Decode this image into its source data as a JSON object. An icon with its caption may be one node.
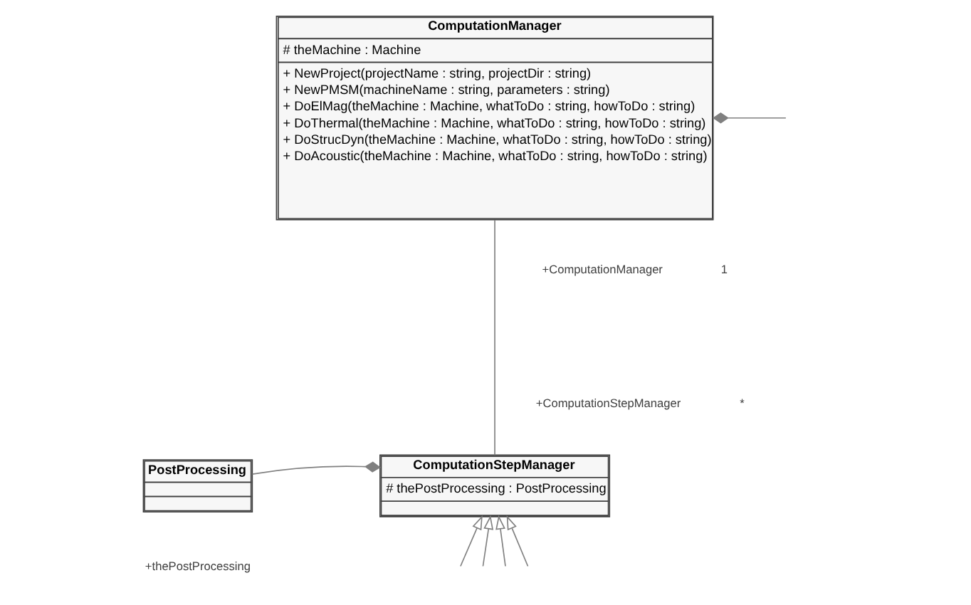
{
  "diagram": {
    "nodes": [
      {
        "text": [
          "ComputationManager",
          "# theMachine : Machine",
          "+ NewProject(projectName : string, projectDir : string)",
          "+ NewPMSM(machineName : string, parameters : string)",
          "+ DoElMag(theMachine : Machine, whatToDo : string, howToDo : string)",
          "+ DoThermal(theMachine : Machine, whatToDo : string, howToDo : string)",
          "+ DoStrucDyn(theMachine : Machine, whatToDo : string, howToDo : string)",
          "+ DoAcoustic(theMachine : Machine, whatToDo : string, howToDo : string)"
        ]
      },
      {
        "text": [
          "PostProcessing"
        ]
      },
      {
        "text": [
          "ComputationStepManager",
          "# thePostProcessing : PostProcessing"
        ]
      }
    ],
    "edges": [
      {
        "from": 0,
        "to": null,
        "arrow": "other"
      },
      {
        "from": 0,
        "to": 2,
        "arrow": "none"
      },
      {
        "from": 1,
        "to": 2,
        "arrow": "other"
      },
      {
        "from": null,
        "to": 2,
        "arrow": "to"
      },
      {
        "from": null,
        "to": 2,
        "arrow": "to"
      },
      {
        "from": null,
        "to": 2,
        "arrow": "to"
      },
      {
        "from": null,
        "to": 2,
        "arrow": "to"
      }
    ],
    "labels": [
      "+ComputationManager",
      "1",
      "+ComputationStepManager",
      "*",
      "+thePostProcessing"
    ]
  }
}
